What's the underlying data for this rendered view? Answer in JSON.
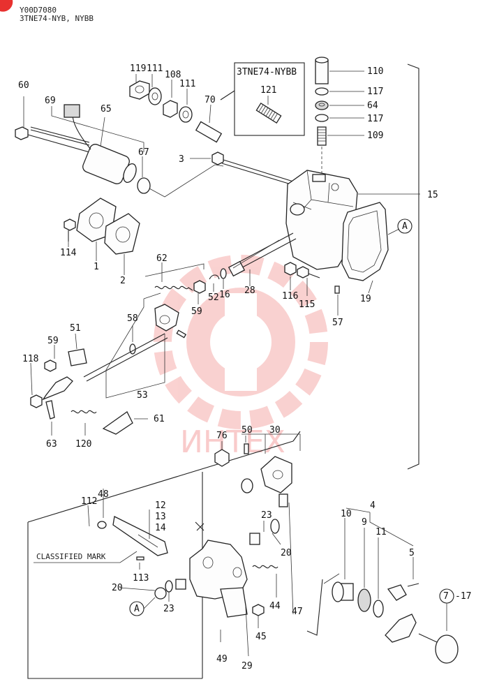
{
  "header": {
    "code": "Y00D7080",
    "model": "3TNE74-NYB, NYBB"
  },
  "variant_box": {
    "title": "3TNE74-NYBB",
    "part": "121"
  },
  "classified_mark": "CLASSIFIED MARK",
  "watermark": "ИНТЕХ",
  "brand_color": "#e8312f",
  "callouts": {
    "c119": "119",
    "c111a": "111",
    "c108": "108",
    "c111b": "111",
    "c70": "70",
    "c110": "110",
    "c117a": "117",
    "c64": "64",
    "c117b": "117",
    "c109": "109",
    "c60": "60",
    "c69": "69",
    "c65": "65",
    "c67": "67",
    "c3": "3",
    "c15": "15",
    "cA1": "A",
    "c114": "114",
    "c1": "1",
    "c2": "2",
    "c62": "62",
    "c28": "28",
    "c59a": "59",
    "c52": "52",
    "c16": "16",
    "c116": "116",
    "c115": "115",
    "c57": "57",
    "c19": "19",
    "c58": "58",
    "c51": "51",
    "c59b": "59",
    "c118": "118",
    "c53": "53",
    "c63": "63",
    "c120": "120",
    "c61": "61",
    "c50": "50",
    "c30": "30",
    "c76": "76",
    "c112": "112",
    "c48": "48",
    "c12": "12",
    "c13": "13",
    "c14": "14",
    "c113": "113",
    "c20a": "20",
    "cA2": "A",
    "c23a": "23",
    "c23b": "23",
    "c20b": "20",
    "c44": "44",
    "c45": "45",
    "c47": "47",
    "c49": "49",
    "c29": "29",
    "c4": "4",
    "c10": "10",
    "c9": "9",
    "c11": "11",
    "c5": "5",
    "c7": "7",
    "c17": "-17"
  }
}
